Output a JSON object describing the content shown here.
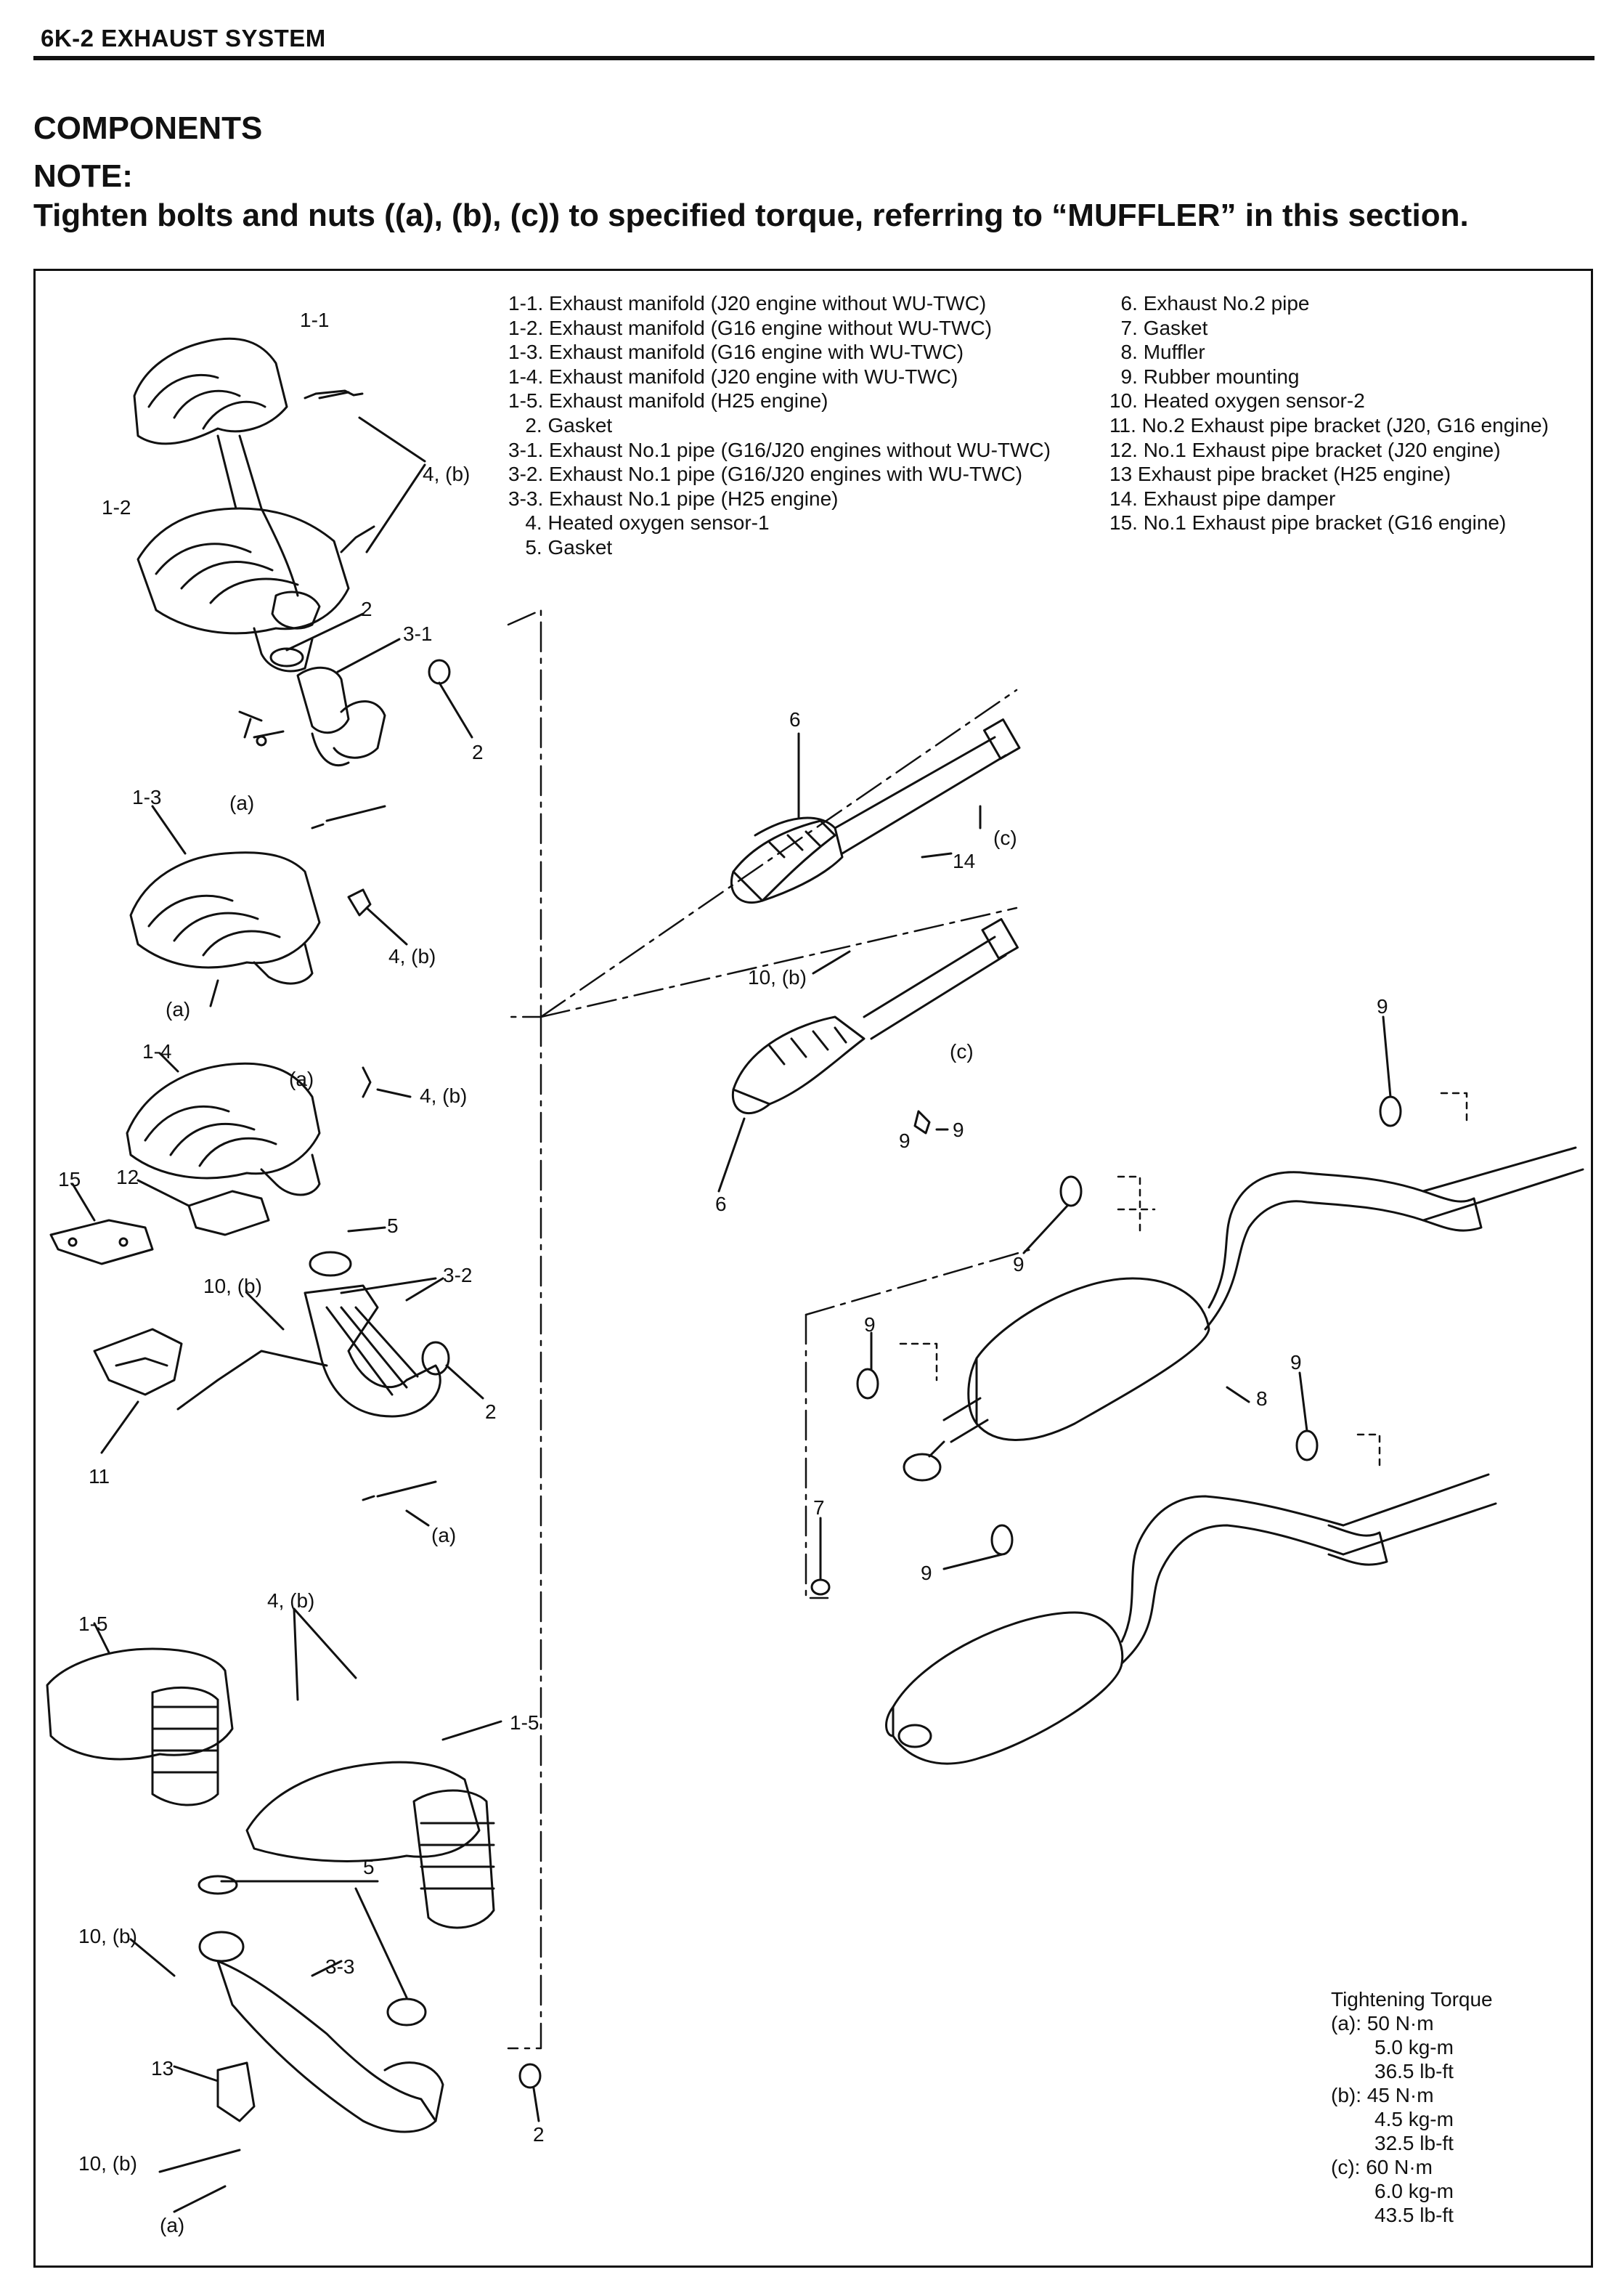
{
  "header": {
    "text": "6K-2   EXHAUST SYSTEM"
  },
  "title": "COMPONENTS",
  "note_label": "NOTE:",
  "note_text": "Tighten bolts and nuts ((a), (b), (c)) to specified torque, referring to “MUFFLER” in this section.",
  "legend_left": [
    "1-1. Exhaust manifold (J20 engine without WU-TWC)",
    "1-2. Exhaust manifold (G16 engine without WU-TWC)",
    "1-3. Exhaust manifold (G16 engine with WU-TWC)",
    "1-4. Exhaust manifold (J20 engine with WU-TWC)",
    "1-5. Exhaust manifold (H25 engine)",
    "   2. Gasket",
    "3-1. Exhaust No.1 pipe (G16/J20 engines without WU-TWC)",
    "3-2. Exhaust No.1 pipe (G16/J20 engines with WU-TWC)",
    "3-3. Exhaust No.1 pipe (H25 engine)",
    "   4. Heated oxygen sensor-1",
    "   5. Gasket"
  ],
  "legend_right": [
    "  6. Exhaust No.2 pipe",
    "  7. Gasket",
    "  8. Muffler",
    "  9. Rubber mounting",
    "10. Heated oxygen sensor-2",
    "11. No.2 Exhaust pipe bracket (J20, G16 engine)",
    "12. No.1 Exhaust pipe bracket (J20 engine)",
    "13  Exhaust pipe bracket (H25 engine)",
    "14. Exhaust pipe damper",
    "15. No.1 Exhaust pipe bracket (G16 engine)"
  ],
  "torque": {
    "title": "Tightening Torque",
    "a": [
      "(a):  50 N·m",
      "5.0 kg-m",
      "36.5 lb-ft"
    ],
    "b": [
      "(b):  45 N·m",
      "4.5 kg-m",
      "32.5 lb-ft"
    ],
    "c": [
      "(c):  60 N·m",
      "6.0 kg-m",
      "43.5 lb-ft"
    ]
  },
  "callouts": {
    "c11": "1-1",
    "c12": "1-2",
    "c13": "1-3",
    "c14": "1-4",
    "c15a": "1-5",
    "c15b": "1-5",
    "c31": "3-1",
    "c32": "3-2",
    "c33": "3-3",
    "c2a": "2",
    "c2b": "2",
    "c2c": "2",
    "c2d": "2",
    "c4a": "4, (b)",
    "c4b": "4, (b)",
    "c4c": "4, (b)",
    "c4d": "4, (b)",
    "c5a": "5",
    "c5b": "5",
    "c6a": "6",
    "c6b": "6",
    "c7": "7",
    "c8": "8",
    "c9a": "9",
    "c9b": "9",
    "c9c": "9",
    "c9d": "9",
    "c9e": "9",
    "c9f": "9",
    "c9g": "9",
    "c10a": "10, (b)",
    "c10b": "10, (b)",
    "c10c": "10, (b)",
    "c10d": "10, (b)",
    "c11n": "11",
    "c12n": "12",
    "c13n": "13",
    "c14n": "14",
    "c15n": "15",
    "ca1": "(a)",
    "ca2": "(a)",
    "ca3": "(a)",
    "ca4": "(a)",
    "ca5": "(a)",
    "cc1": "(c)",
    "cc2": "(c)"
  }
}
